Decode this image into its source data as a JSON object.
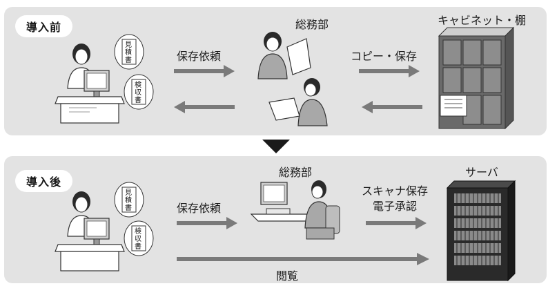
{
  "before": {
    "tag": "導入前",
    "dept_label": "総務部",
    "request_label": "保存依頼",
    "copy_label": "コピー・保存",
    "cabinet_label": "キャビネット・棚",
    "doc1": [
      "見",
      "積",
      "書"
    ],
    "doc2": [
      "検",
      "収",
      "書"
    ]
  },
  "after": {
    "tag": "導入後",
    "dept_label": "総務部",
    "request_label": "保存依頼",
    "scan_label_line1": "スキャナ保存",
    "scan_label_line2": "電子承認",
    "server_label": "サーバ",
    "view_label": "閲覧",
    "doc1": [
      "見",
      "積",
      "書"
    ],
    "doc2": [
      "検",
      "収",
      "書"
    ]
  },
  "colors": {
    "panel": "#e3e3e3",
    "arrow": "#7a7a7a",
    "down_arrow": "#1a1a1a",
    "server": "#2a2a2a"
  }
}
